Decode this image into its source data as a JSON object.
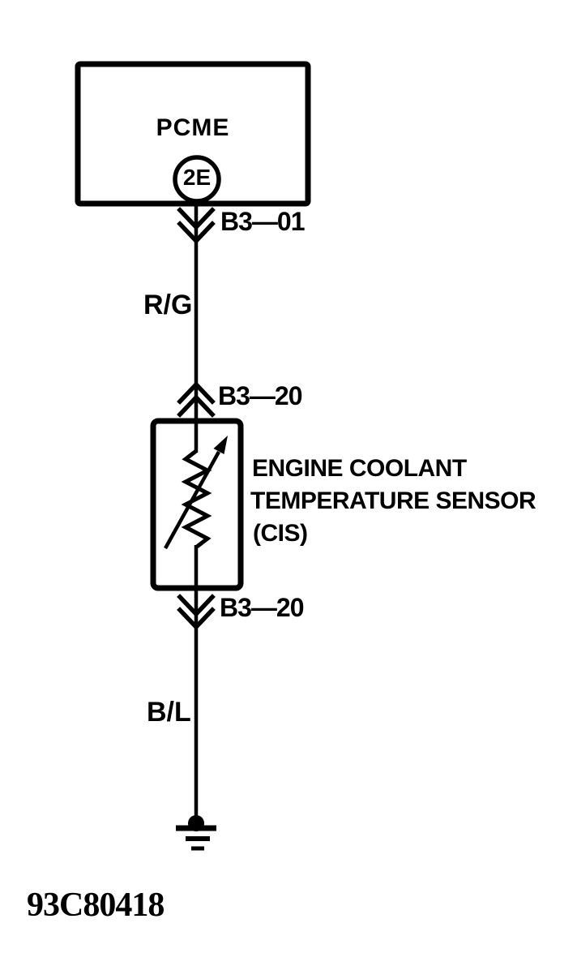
{
  "colors": {
    "ink": "#000000",
    "paper": "#ffffff"
  },
  "diagram": {
    "title_block": {
      "figure_id": "93C80418"
    },
    "pcme": {
      "label": "PCME",
      "pin": "2E"
    },
    "connectors": [
      {
        "id": "pcme-bottom",
        "label": "B3—01"
      },
      {
        "id": "sensor-top",
        "label": "B3—20"
      },
      {
        "id": "sensor-bottom",
        "label": "B3—20"
      }
    ],
    "wires": [
      {
        "id": "pcme-to-sensor",
        "color_code": "R/G"
      },
      {
        "id": "sensor-to-ground",
        "color_code": "B/L"
      }
    ],
    "sensor": {
      "name_line1": "ENGINE COOLANT",
      "name_line2": "TEMPERATURE SENSOR",
      "name_line3": "(CIS)"
    }
  }
}
